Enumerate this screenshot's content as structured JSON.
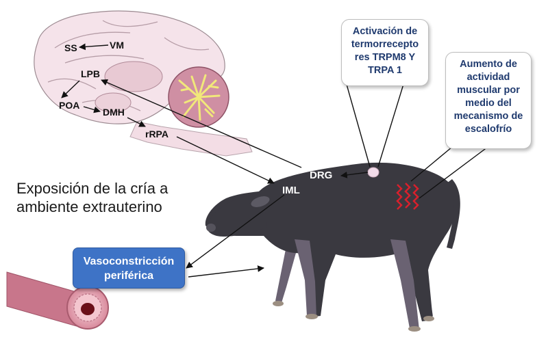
{
  "brain": {
    "labels": [
      "SS",
      "VM",
      "LPB",
      "POA",
      "DMH",
      "rRPA"
    ]
  },
  "cow": {
    "drg": "DRG",
    "iml": "IML"
  },
  "callouts": {
    "thermoreceptor": [
      "Activación de",
      "termorrecepto",
      "res TRPM8 Y",
      "TRPA 1"
    ],
    "shivering": [
      "Aumento de",
      "actividad",
      "muscular por",
      "medio del",
      "mecanismo de",
      "escalofrío"
    ]
  },
  "exposure": [
    "Exposición de la cría a",
    "ambiente extrauterino"
  ],
  "vasoconstriction": [
    "Vasoconstricción",
    "periférica"
  ],
  "colors": {
    "brain_fill": "#f5e3ea",
    "cerebellum": "#cf8fa3",
    "cow_body": "#3a3940",
    "cow_legs": "#6a6272",
    "callout_text": "#1f3a6e",
    "vaso_box": "#3e73c6",
    "vessel": "#c8768b",
    "shiver_marks": "#d8202c"
  }
}
